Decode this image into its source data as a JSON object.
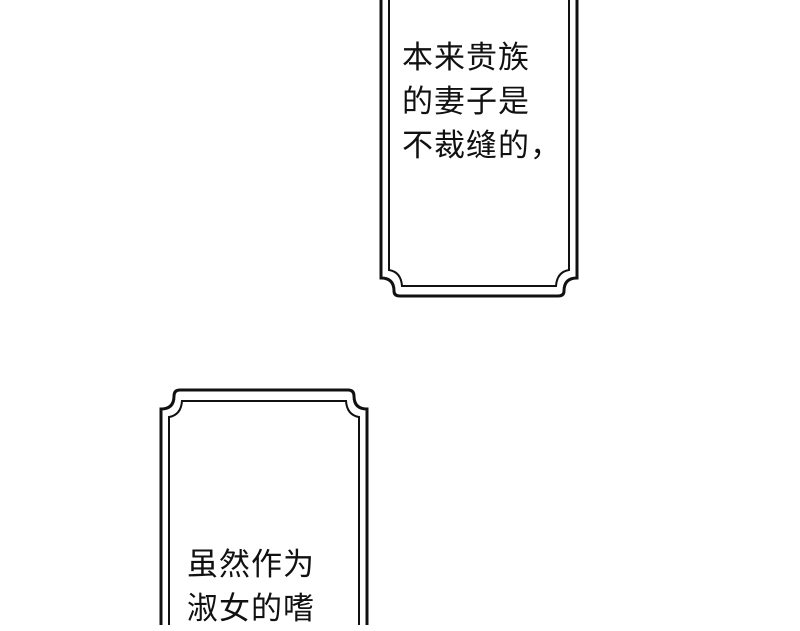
{
  "panels": [
    {
      "lines": [
        "本来贵族",
        "的妻子是",
        "不裁缝的，"
      ]
    },
    {
      "lines": [
        "虽然作为",
        "淑女的嗜"
      ]
    }
  ]
}
